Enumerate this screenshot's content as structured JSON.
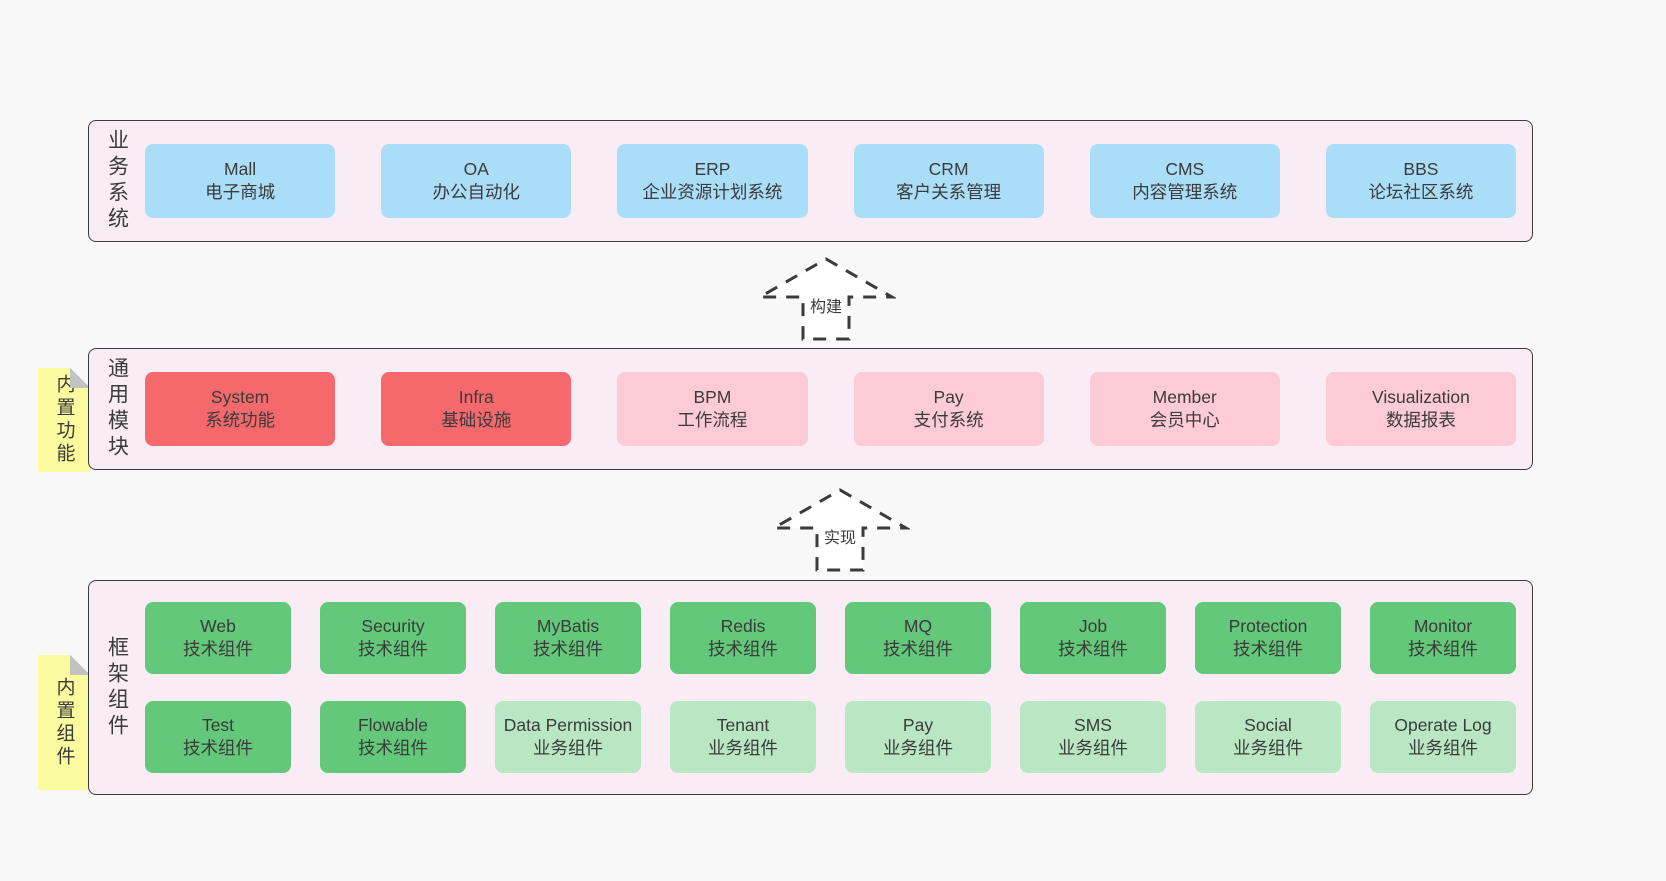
{
  "colors": {
    "page-bg": "#f8f8f8",
    "panel-bg": "#f9ecf4",
    "panel-border": "#3c3c3c",
    "blue": "#aaddf8",
    "red": "#f5696d",
    "pink": "#fccbd5",
    "green": "#63c87a",
    "green-light": "#b9e7c3",
    "sticky-yellow": "#fafa9e",
    "fold-gray": "#c2c2c2",
    "text": "#3b3b3b"
  },
  "arrows": [
    {
      "label": "构建"
    },
    {
      "label": "实现"
    }
  ],
  "layers": [
    {
      "label": "业务系统",
      "boxes": [
        {
          "title": "Mall",
          "subtitle": "电子商城"
        },
        {
          "title": "OA",
          "subtitle": "办公自动化"
        },
        {
          "title": "ERP",
          "subtitle": "企业资源计划系统"
        },
        {
          "title": "CRM",
          "subtitle": "客户关系管理"
        },
        {
          "title": "CMS",
          "subtitle": "内容管理系统"
        },
        {
          "title": "BBS",
          "subtitle": "论坛社区系统"
        }
      ]
    },
    {
      "label": "通用模块",
      "sticky": "内置功能",
      "boxes": [
        {
          "title": "System",
          "subtitle": "系统功能"
        },
        {
          "title": "Infra",
          "subtitle": "基础设施"
        },
        {
          "title": "BPM",
          "subtitle": "工作流程"
        },
        {
          "title": "Pay",
          "subtitle": "支付系统"
        },
        {
          "title": "Member",
          "subtitle": "会员中心"
        },
        {
          "title": "Visualization",
          "subtitle": "数据报表"
        }
      ]
    },
    {
      "label": "框架组件",
      "sticky": "内置组件",
      "rows": [
        [
          {
            "title": "Web",
            "subtitle": "技术组件"
          },
          {
            "title": "Security",
            "subtitle": "技术组件"
          },
          {
            "title": "MyBatis",
            "subtitle": "技术组件"
          },
          {
            "title": "Redis",
            "subtitle": "技术组件"
          },
          {
            "title": "MQ",
            "subtitle": "技术组件"
          },
          {
            "title": "Job",
            "subtitle": "技术组件"
          },
          {
            "title": "Protection",
            "subtitle": "技术组件"
          },
          {
            "title": "Monitor",
            "subtitle": "技术组件"
          }
        ],
        [
          {
            "title": "Test",
            "subtitle": "技术组件"
          },
          {
            "title": "Flowable",
            "subtitle": "技术组件"
          },
          {
            "title": "Data Permission",
            "subtitle": "业务组件"
          },
          {
            "title": "Tenant",
            "subtitle": "业务组件"
          },
          {
            "title": "Pay",
            "subtitle": "业务组件"
          },
          {
            "title": "SMS",
            "subtitle": "业务组件"
          },
          {
            "title": "Social",
            "subtitle": "业务组件"
          },
          {
            "title": "Operate Log",
            "subtitle": "业务组件"
          }
        ]
      ]
    }
  ]
}
